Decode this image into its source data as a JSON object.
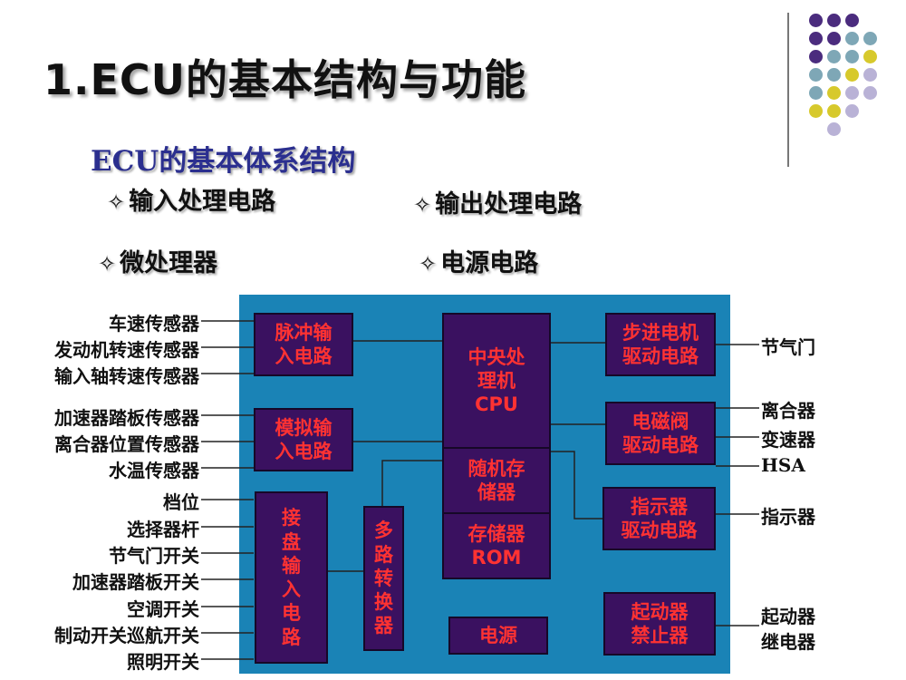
{
  "title": "1.ECU的基本结构与功能",
  "subtitle": "ECU的基本体系结构",
  "bullet_mark": "✧",
  "bullets": [
    "输入处理电路",
    "输出处理电路",
    "微处理器",
    "电源电路"
  ],
  "decor_colors": {
    "purple": "#4b2c7e",
    "teal": "#7ea7b6",
    "yellow": "#d7c92c",
    "lavender": "#b9b2d6"
  },
  "panel_color": "#1a83b6",
  "box_fill": "#3a1160",
  "box_text_color": "#ff3232",
  "boxes": {
    "pulse": "脉冲输\n入电路",
    "analog": "模拟输\n入电路",
    "switch": "接\n盘\n输\n入\n电\n路",
    "mux": "多\n路\n转\n换\n器",
    "cpu": "中央处\n理机\nCPU",
    "ram": "随机存\n储器",
    "rom": "存储器\nROM",
    "power": "电源",
    "stepper": "步进电机\n驱动电路",
    "solenoid": "电磁阀\n驱动电路",
    "indicator": "指示器\n驱动电路",
    "starter": "起动器\n禁止器"
  },
  "left_labels": [
    "车速传感器",
    "发动机转速传感器",
    "输入轴转速传感器",
    "加速器踏板传感器",
    "离合器位置传感器",
    "水温传感器",
    "档位",
    "选择器杆",
    "节气门开关",
    "加速器踏板开关",
    "空调开关",
    "制动开关巡航开关",
    "照明开关"
  ],
  "right_labels": [
    "节气门",
    "离合器",
    "变速器",
    "HSA",
    "指示器",
    "起动器",
    "继电器"
  ]
}
